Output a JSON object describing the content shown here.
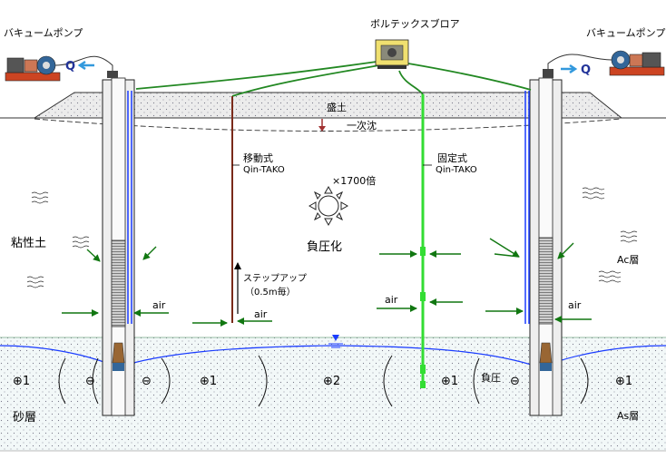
{
  "labels": {
    "pump_left": "バキュームポンプ",
    "pump_right": "バキュームポンプ",
    "blower": "ボルテックスブロア",
    "q_left": "Q",
    "q_right": "Q",
    "fill": "盛土",
    "settlement": "一次沈",
    "mobile_type": "移動式",
    "mobile_name": "Qin-TAKO",
    "fixed_type": "固定式",
    "fixed_name": "Qin-TAKO",
    "magnification": "×1700倍",
    "negative_pressure": "負圧化",
    "clay": "粘性土",
    "ac_layer": "Ac層",
    "sand": "砂層",
    "as_layer": "As層",
    "step_up": "ステップアップ",
    "step_interval": "（0.5m毎）",
    "air": "air",
    "plus_1": "⊕1",
    "plus_2": "⊕2",
    "minus": "⊖",
    "neg_pressure_short": "負圧"
  },
  "colors": {
    "sand_fill": "#f2f8f8",
    "green_hose": "#228822",
    "bright_green": "#33dd33",
    "blue_line": "#1a3cff",
    "brown_line": "#7a2a1a",
    "arrow_green": "#117711",
    "pump_red": "#cc4422",
    "pump_blue": "#336699",
    "blower_yellow": "#f0e070"
  }
}
